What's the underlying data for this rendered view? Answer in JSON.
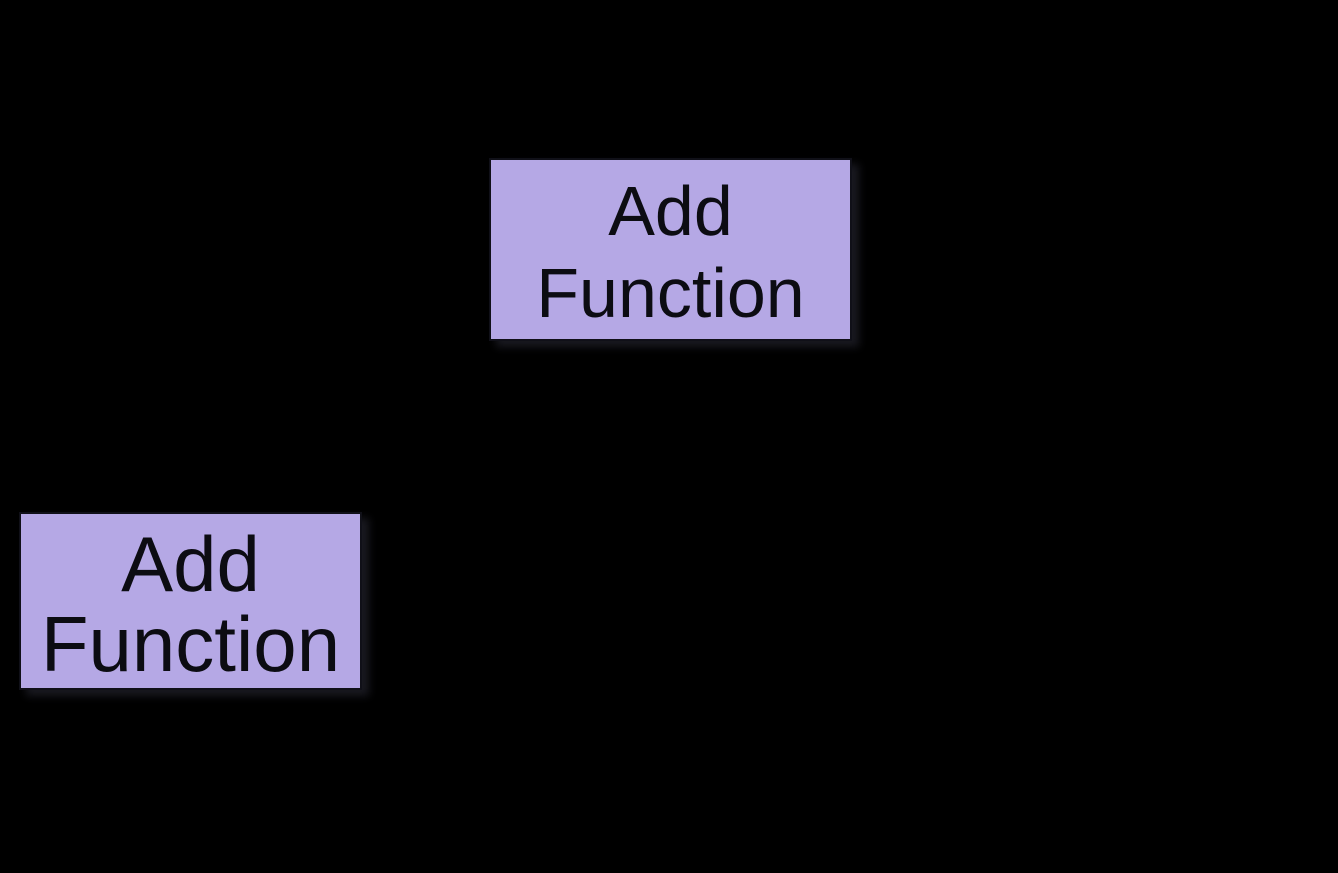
{
  "canvas": {
    "background": "#000000"
  },
  "colors": {
    "button_fill": "#b5a8e5",
    "button_border": "#101018",
    "button_text": "#0c0c12"
  },
  "buttons": {
    "top": {
      "label": "Add Function",
      "label_lines": [
        "Add",
        "Function"
      ]
    },
    "left": {
      "label": "Add Function",
      "label_lines": [
        "Add",
        "Function"
      ]
    }
  }
}
